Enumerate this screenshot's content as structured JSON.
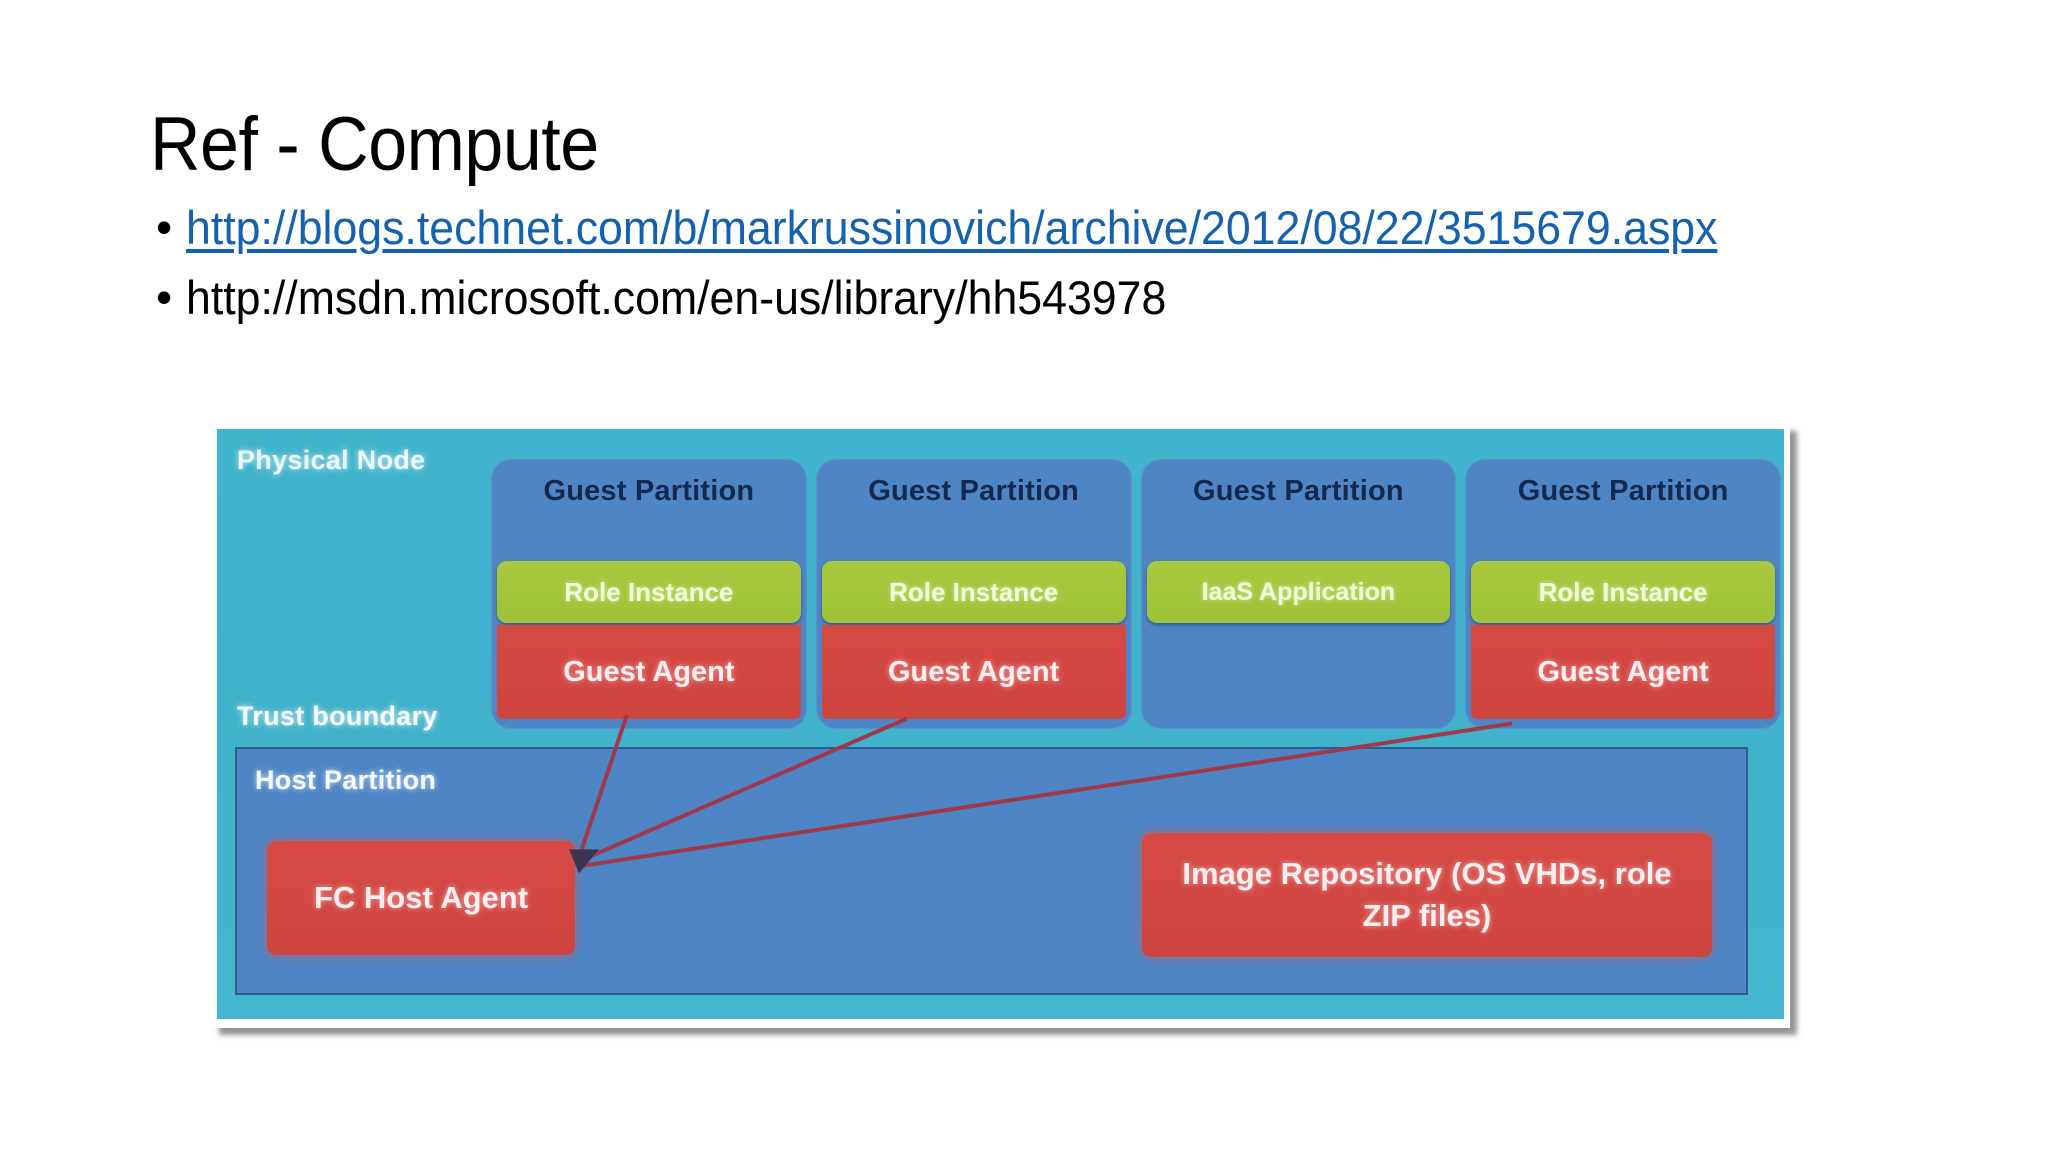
{
  "slide": {
    "title": "Ref - Compute",
    "bullet_marker": "•",
    "bullets": [
      {
        "text": "http://blogs.technet.com/b/markrussinovich/archive/2012/08/22/3515679.aspx",
        "is_link": true
      },
      {
        "text": "http://msdn.microsoft.com/en-us/library/hh543978",
        "is_link": false
      }
    ]
  },
  "colors": {
    "link": "#1461b0",
    "diagram_background": "#41b4cd",
    "partition_blue": "#4e85c5",
    "role_green": "#a9c83e",
    "agent_red": "#d64a44",
    "arrow_red": "#a03a4a",
    "host_border": "#2f5c94"
  },
  "diagram": {
    "physical_node_label": "Physical Node",
    "trust_boundary_label": "Trust boundary",
    "partitions": [
      {
        "title": "Guest Partition",
        "middle_box": {
          "label": "Role Instance",
          "kind": "role-instance"
        },
        "bottom_box": {
          "label": "Guest Agent",
          "kind": "guest-agent"
        }
      },
      {
        "title": "Guest Partition",
        "middle_box": {
          "label": "Role Instance",
          "kind": "role-instance"
        },
        "bottom_box": {
          "label": "Guest Agent",
          "kind": "guest-agent"
        }
      },
      {
        "title": "Guest Partition",
        "middle_box": {
          "label": "IaaS Application",
          "kind": "iaas-application"
        },
        "bottom_box": null
      },
      {
        "title": "Guest Partition",
        "middle_box": {
          "label": "Role Instance",
          "kind": "role-instance"
        },
        "bottom_box": {
          "label": "Guest Agent",
          "kind": "guest-agent"
        }
      }
    ],
    "host_partition": {
      "label": "Host Partition",
      "fc_host_agent_label": "FC Host Agent",
      "image_repository_label": "Image Repository (OS VHDs, role ZIP files)"
    },
    "connections": [
      {
        "from": "guest-agent-1",
        "to": "fc-host-agent"
      },
      {
        "from": "guest-agent-2",
        "to": "fc-host-agent"
      },
      {
        "from": "guest-agent-4",
        "to": "fc-host-agent"
      }
    ]
  }
}
